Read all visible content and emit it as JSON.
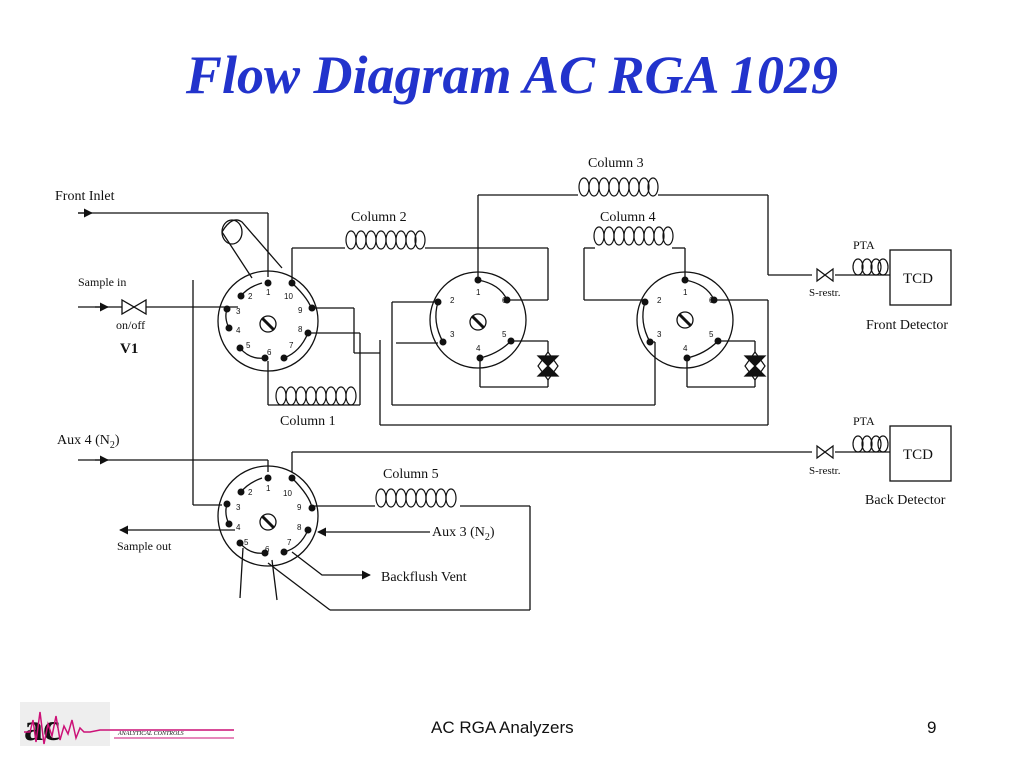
{
  "title": "Flow Diagram AC RGA 1029",
  "labels": {
    "front_inlet": "Front Inlet",
    "sample_in": "Sample in",
    "on_off": "on/off",
    "v1": "V1",
    "column1": "Column 1",
    "column2": "Column 2",
    "column3": "Column 3",
    "column4": "Column 4",
    "column5": "Column 5",
    "pta_front": "PTA",
    "pta_back": "PTA",
    "s_restr_front": "S-restr.",
    "s_restr_back": "S-restr.",
    "tcd_front": "TCD",
    "tcd_back": "TCD",
    "front_detector": "Front  Detector",
    "back_detector": "Back  Detector",
    "aux4": "Aux 4 (N",
    "aux4_sub": "2",
    "aux4_close": ")",
    "aux3": "Aux 3 (N",
    "aux3_sub": "2",
    "aux3_close": ")",
    "sample_out": "Sample out",
    "backflush_vent": "Backflush  Vent"
  },
  "valve_ports": {
    "ten_port": [
      "1",
      "2",
      "3",
      "4",
      "5",
      "6",
      "7",
      "8",
      "9",
      "10"
    ],
    "six_port": [
      "1",
      "2",
      "3",
      "4",
      "5",
      "6"
    ]
  },
  "footer": {
    "center_text": "AC RGA Analyzers",
    "page_number": "9",
    "logo_text": "ANALYTICAL  CONTROLS"
  },
  "colors": {
    "title": "#2233cc",
    "logo_pink": "#cc1177",
    "logo_gray": "#555555"
  }
}
